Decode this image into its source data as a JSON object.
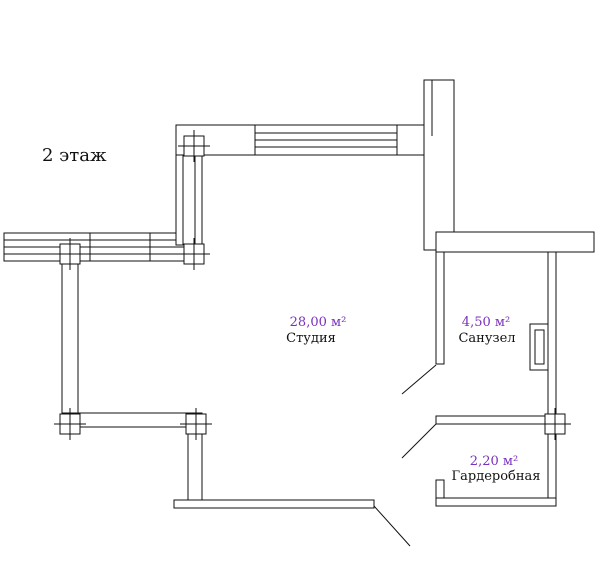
{
  "floor_label": "2 этаж",
  "rooms": [
    {
      "name": "Студия",
      "area": "28,00 м²"
    },
    {
      "name": "Санузел",
      "area": "4,50 м²"
    },
    {
      "name": "Гардеробная",
      "area": "2,20 м²"
    }
  ],
  "colors": {
    "area_text": "#7b2fbe",
    "line": "#111111"
  }
}
